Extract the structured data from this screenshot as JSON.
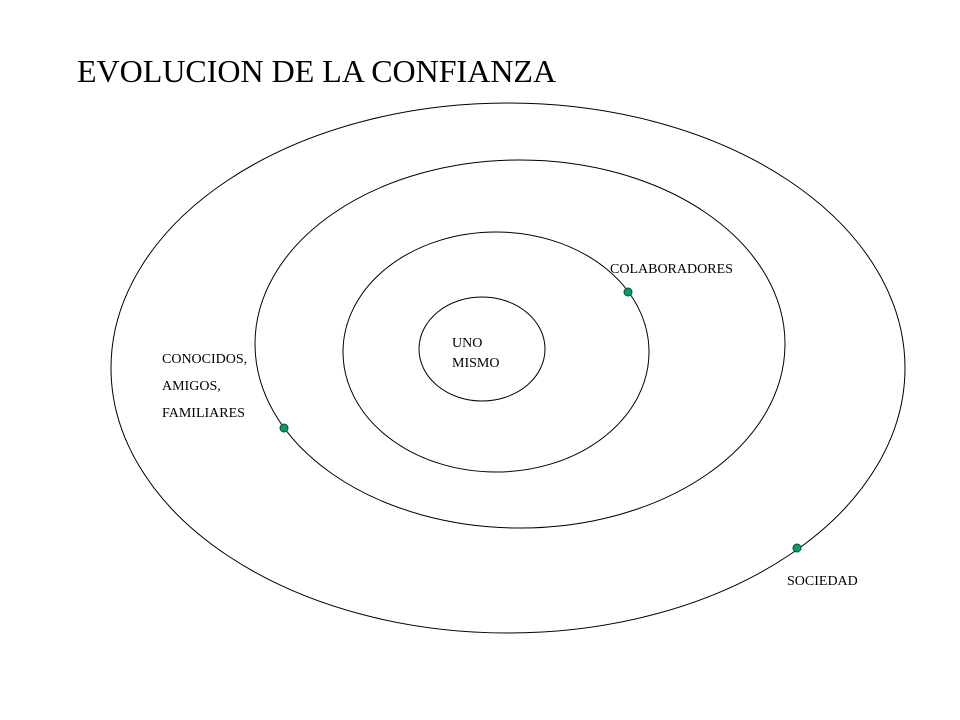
{
  "title": "EVOLUCION DE LA CONFIANZA",
  "colors": {
    "ring_stroke": "#000000",
    "marker_fill": "#00a060",
    "marker_stroke": "#004d2a",
    "text": "#000000",
    "background": "#ffffff"
  },
  "rings": {
    "self": [
      "UNO",
      "MISMO"
    ],
    "collaborators": "COLABORADORES",
    "acquaintances": [
      "CONOCIDOS,",
      "AMIGOS,",
      "FAMILIARES"
    ],
    "society": "SOCIEDAD"
  },
  "markers": [
    "collaborators-marker",
    "acquaintances-marker",
    "society-marker"
  ]
}
